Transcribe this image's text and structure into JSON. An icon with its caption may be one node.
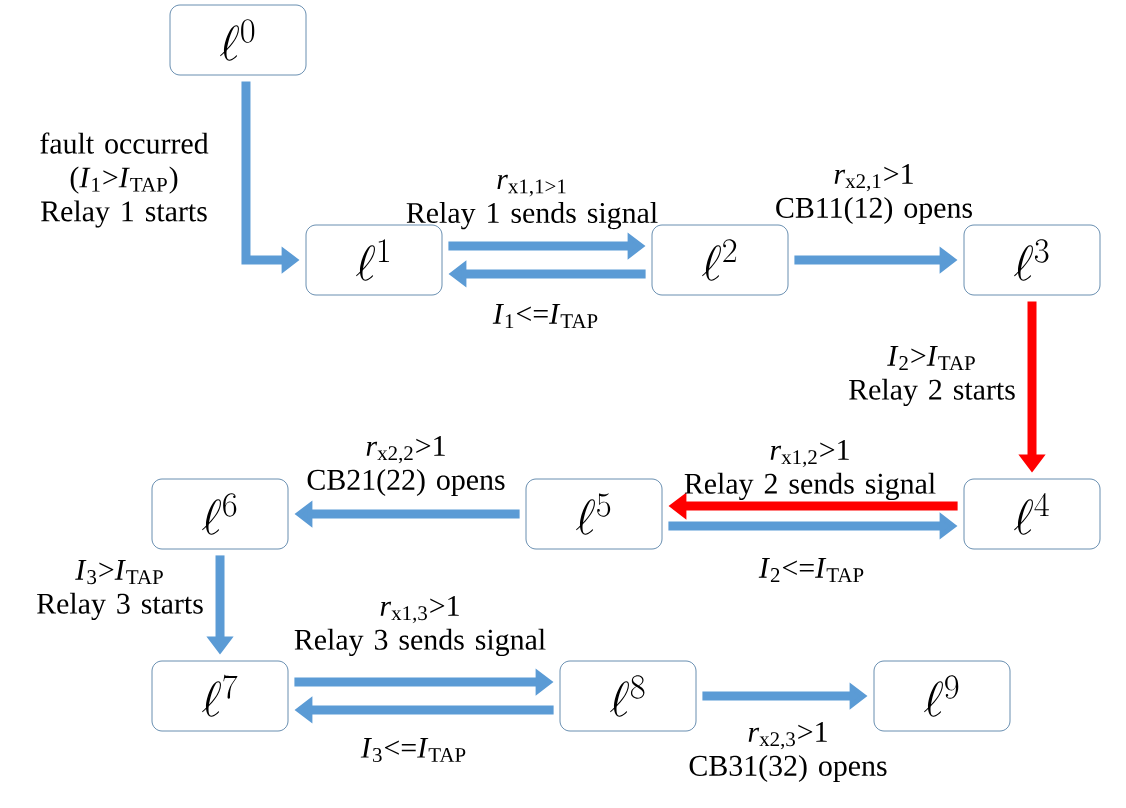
{
  "diagram": {
    "nodes": [
      {
        "text": [
          "\\ell^{0}"
        ]
      },
      {
        "text": [
          "\\ell^{1}"
        ]
      },
      {
        "text": [
          "\\ell^{2}"
        ]
      },
      {
        "text": [
          "\\ell^{3}"
        ]
      },
      {
        "text": [
          "\\ell^{4}"
        ]
      },
      {
        "text": [
          "\\ell^{5}"
        ]
      },
      {
        "text": [
          "\\ell^{6}"
        ]
      },
      {
        "text": [
          "\\ell^{7}"
        ]
      },
      {
        "text": [
          "\\ell^{8}"
        ]
      },
      {
        "text": [
          "\\ell^{9}"
        ]
      }
    ],
    "edges": [
      {
        "from": 0,
        "to": 1,
        "arrow": "to",
        "label": "fault occurred (*I*$_{1}$>*I*$_{TAP}$) Relay 1 starts"
      },
      {
        "from": 1,
        "to": 2,
        "arrow": "to",
        "label": "*r*$_{x1,1>1}$ Relay 1 sends signal"
      },
      {
        "from": 2,
        "to": 1,
        "arrow": "to",
        "label": "*I*$_{1}$<=*I*$_{TAP}$"
      },
      {
        "from": 2,
        "to": 3,
        "arrow": "to",
        "label": "*r*$_{x2,1}$>1 CB11(12) opens"
      },
      {
        "from": 3,
        "to": 4,
        "arrow": "to",
        "label": "*I*$_{2}$>*I*$_{TAP}$ Relay 2 starts",
        "color": "#ff0000"
      },
      {
        "from": 4,
        "to": 5,
        "arrow": "to",
        "label": "*r*$_{x1,2}$>1 Relay 2 sends signal",
        "color": "#ff0000"
      },
      {
        "from": 5,
        "to": 4,
        "arrow": "to",
        "label": "*I*$_{2}$<=*I*$_{TAP}$"
      },
      {
        "from": 5,
        "to": 6,
        "arrow": "to",
        "label": "*r*$_{x2,2}$>1 CB21(22) opens"
      },
      {
        "from": 6,
        "to": 7,
        "arrow": "to",
        "label": "*I*$_{3}$>*I*$_{TAP}$ Relay 3 starts"
      },
      {
        "from": 7,
        "to": 8,
        "arrow": "to",
        "label": "*r*$_{x1,3}$>1 Relay 3 sends signal"
      },
      {
        "from": 8,
        "to": 7,
        "arrow": "to",
        "label": "*I*$_{3}$<=*I*$_{TAP}$"
      },
      {
        "from": 8,
        "to": 9,
        "arrow": "to",
        "label": "*r*$_{x2,3}$>1 CB31(32) opens"
      }
    ]
  }
}
